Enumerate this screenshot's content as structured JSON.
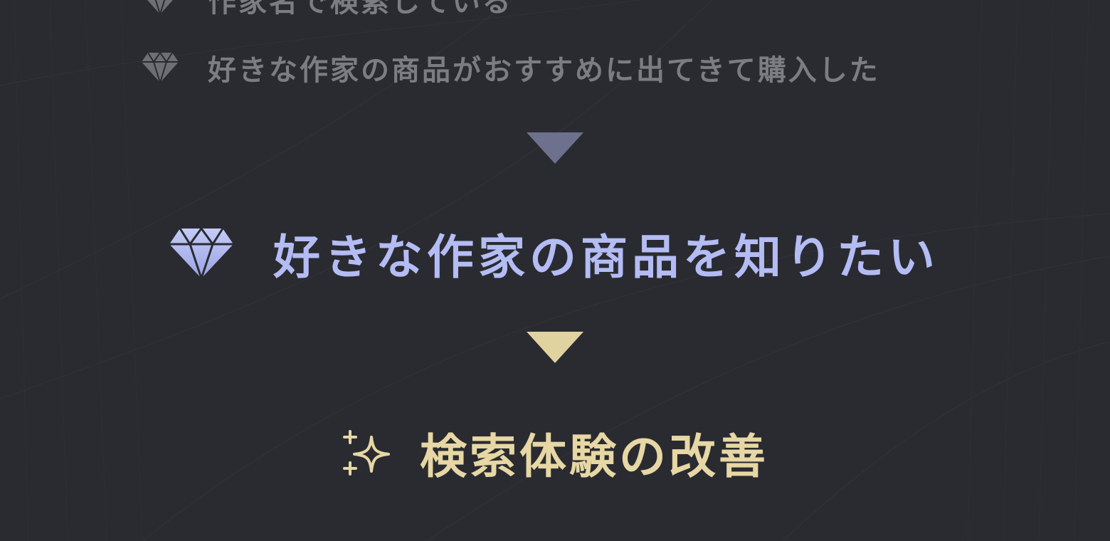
{
  "items": {
    "cut_off_line": "作家名で検索している",
    "purchased_line": "好きな作家の商品がおすすめに出てきて購入した"
  },
  "need": {
    "label": "好きな作家の商品を知りたい"
  },
  "solution": {
    "label": "検索体験の改善"
  },
  "icons": {
    "bullet": "diamond-icon",
    "need": "diamond-icon",
    "solution": "sparkle-icon",
    "arrow": "triangle-down-icon"
  },
  "colors": {
    "background": "#2a2b31",
    "dim_text": "#7c7d83",
    "need_accent": "#b4bcf4",
    "arrow_1": "#6d718d",
    "gold": "#e6d7a4"
  }
}
